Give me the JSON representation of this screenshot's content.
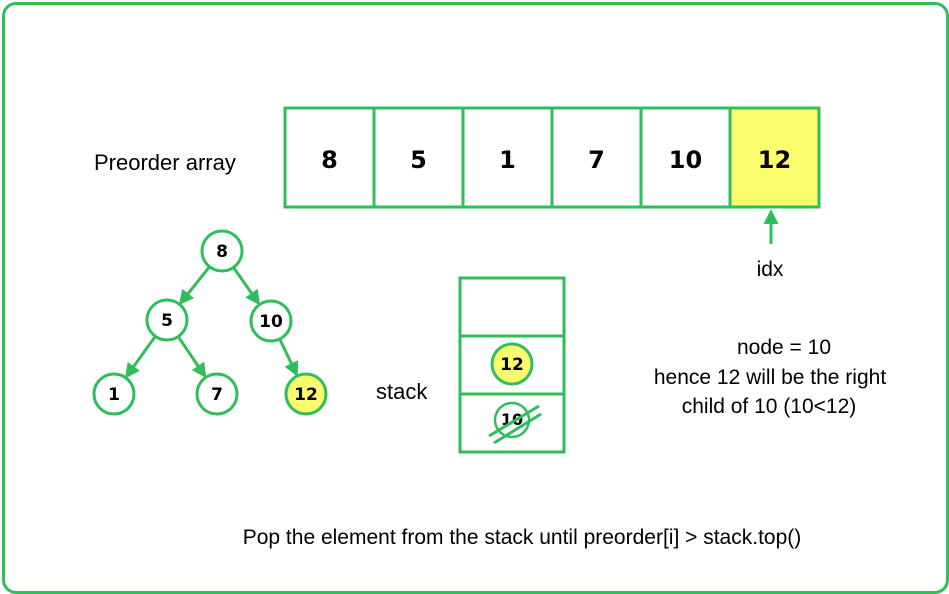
{
  "array_label": "Preorder array",
  "array": {
    "values": [
      "8",
      "5",
      "1",
      "7",
      "10",
      "12"
    ],
    "highlight_index": 5,
    "pointer_label": "idx"
  },
  "tree": {
    "nodes": [
      {
        "id": "n8",
        "label": "8",
        "highlighted": false
      },
      {
        "id": "n5",
        "label": "5",
        "highlighted": false
      },
      {
        "id": "n10",
        "label": "10",
        "highlighted": false
      },
      {
        "id": "n1",
        "label": "1",
        "highlighted": false
      },
      {
        "id": "n7",
        "label": "7",
        "highlighted": false
      },
      {
        "id": "n12",
        "label": "12",
        "highlighted": true
      }
    ],
    "edges": [
      [
        "n8",
        "n5"
      ],
      [
        "n8",
        "n10"
      ],
      [
        "n5",
        "n1"
      ],
      [
        "n5",
        "n7"
      ],
      [
        "n10",
        "n12"
      ]
    ]
  },
  "stack": {
    "label": "stack",
    "slots": [
      {
        "value": "",
        "state": "empty"
      },
      {
        "value": "12",
        "state": "pushed"
      },
      {
        "value": "10",
        "state": "popped"
      }
    ]
  },
  "note_lines": [
    "node = 10",
    "hence 12 will be the right",
    "child of 10 (10<12)"
  ],
  "caption": "Pop the element from the stack until preorder[i] > stack.top()",
  "colors": {
    "green": "#2fbe5a",
    "highlight": "#fbfb6e",
    "text": "#000000"
  }
}
